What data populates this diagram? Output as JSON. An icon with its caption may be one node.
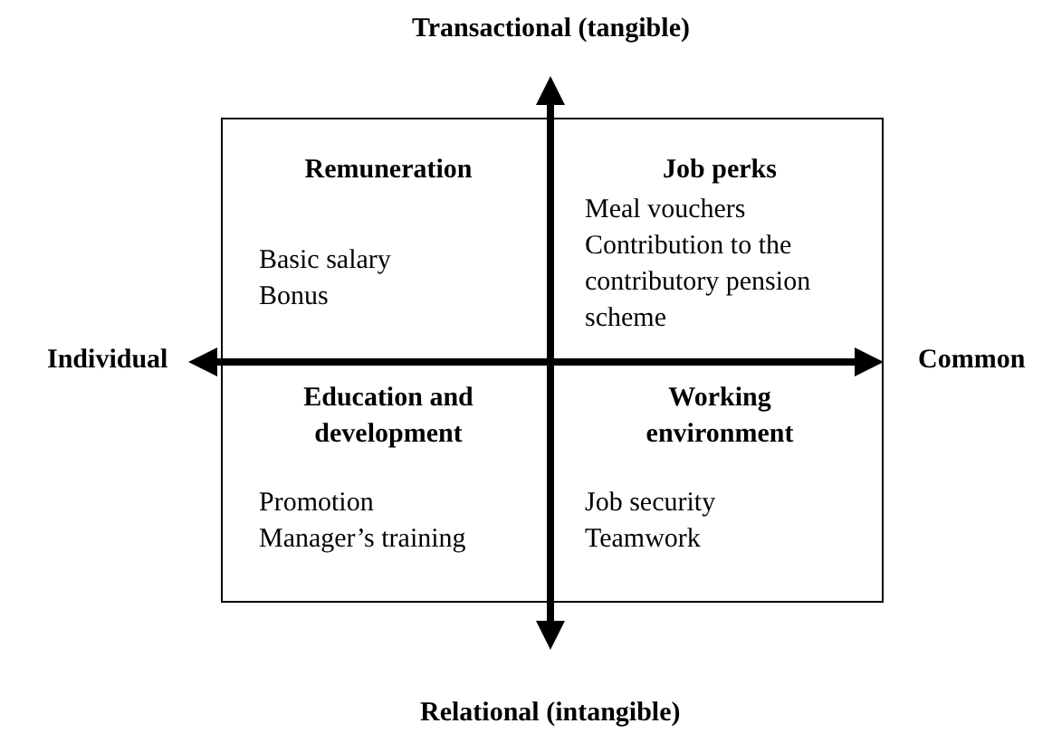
{
  "diagram": {
    "nodes": [
      {
        "text": [],
        "shape": "box"
      },
      {
        "text": [
          "Remuneration",
          "Basic salary",
          "Bonus"
        ],
        "in": 0
      },
      {
        "text": [
          "Job perks",
          "Meal vouchers",
          "Contribution to the contributory pension scheme"
        ],
        "in": 0
      },
      {
        "text": [
          "Education and development",
          "Promotion",
          "Manager’s training"
        ],
        "in": 0
      },
      {
        "text": [
          "Working environment",
          "Job security",
          "Teamwork"
        ],
        "in": 0
      }
    ],
    "edges": [],
    "labels": [
      "Transactional (tangible)",
      "Individual",
      "Common",
      "Relational (intangible)"
    ]
  }
}
